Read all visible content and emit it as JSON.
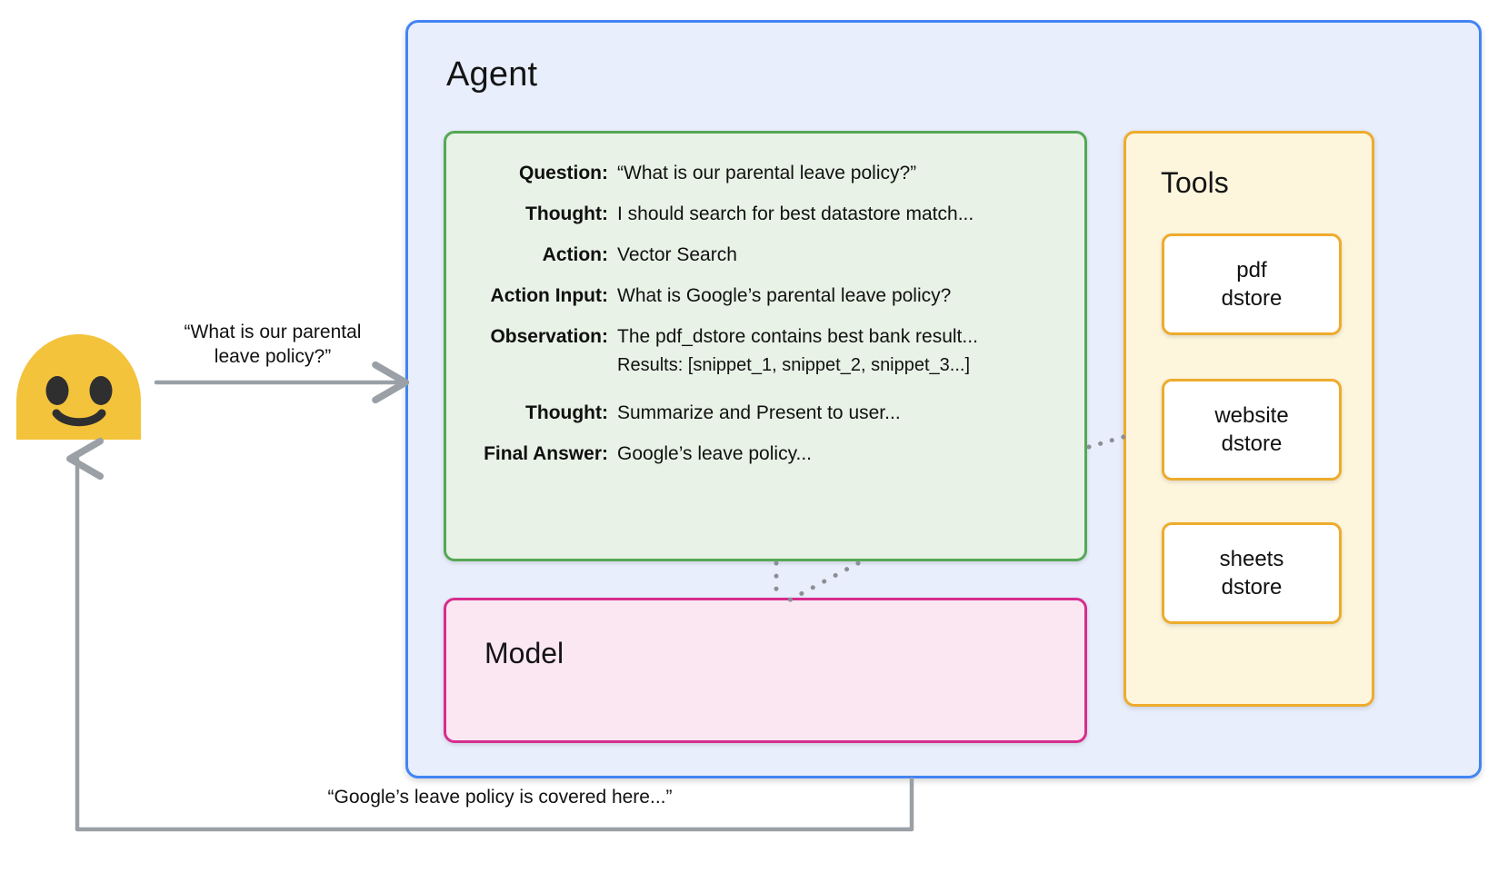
{
  "agent": {
    "title": "Agent",
    "border_color": "#4285F4",
    "fill_color": "#E8EEFC"
  },
  "react": {
    "border_color": "#55A855",
    "fill_color": "#E8F2E6",
    "rows": [
      {
        "label": "Question:",
        "value": "“What is our parental leave policy?”"
      },
      {
        "label": "Thought:",
        "value": "I should search for best datastore match..."
      },
      {
        "label": "Action:",
        "value": "Vector Search"
      },
      {
        "label": "Action Input:",
        "value": "What is Google’s parental leave policy?"
      },
      {
        "label": "Observation:",
        "value": "The pdf_dstore contains best bank result...",
        "subvalue": "Results: [snippet_1, snippet_2, snippet_3...]"
      },
      {
        "label": "Thought:",
        "value": "Summarize and Present to user..."
      },
      {
        "label": "Final Answer:",
        "value": "Google’s leave policy..."
      }
    ]
  },
  "model": {
    "title": "Model",
    "border_color": "#D62D8F",
    "fill_color": "#FBE7F2"
  },
  "tools": {
    "title": "Tools",
    "border_color": "#EEAB2C",
    "fill_color": "#FDF6DD",
    "cards": [
      {
        "line1": "pdf",
        "line2": "dstore"
      },
      {
        "line1": "website",
        "line2": "dstore"
      },
      {
        "line1": "sheets",
        "line2": "dstore"
      }
    ]
  },
  "user": {
    "avatar_icon": "smiling-blob-face-icon",
    "avatar_color": "#F4C33C",
    "question_label": "“What is our parental\nleave policy?”",
    "question_line1": "“What is our parental",
    "question_line2": "leave policy?”",
    "answer_label": "“Google’s leave policy is covered here...”"
  },
  "connectors": {
    "arrow_color": "#9AA0A6",
    "dotted_color": "#8C8F94",
    "request_arrow_name": "user-to-agent-arrow",
    "response_arrow_name": "agent-to-user-arrow",
    "react_to_tools_name": "react-to-tools-dotted-connector",
    "react_to_model_name": "react-to-model-dotted-connector"
  }
}
